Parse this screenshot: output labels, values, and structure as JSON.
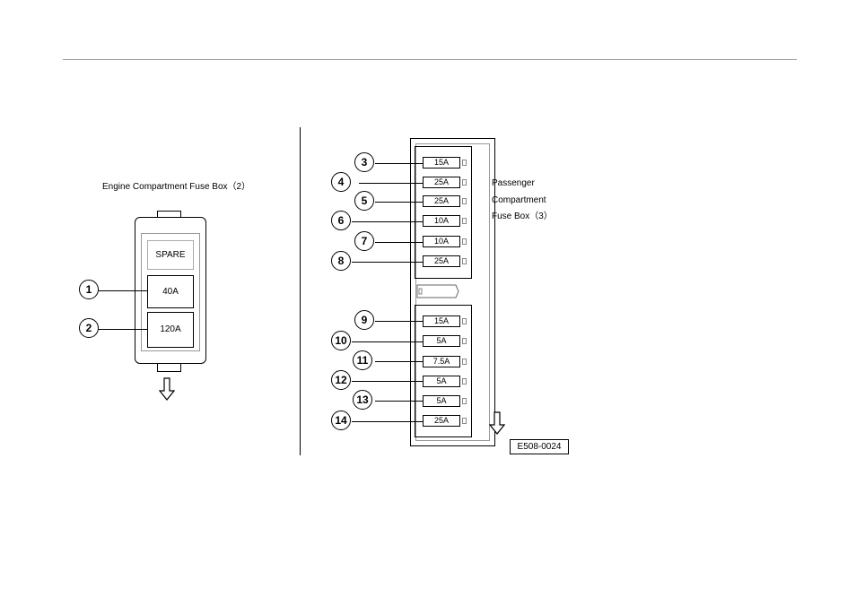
{
  "engine_box": {
    "title": "Engine Compartment Fuse Box（2）",
    "spare": "SPARE",
    "fuses": [
      {
        "callout": "1",
        "rating": "40A"
      },
      {
        "callout": "2",
        "rating": "120A"
      }
    ]
  },
  "passenger_box": {
    "label_lines": [
      "Passenger",
      "Compartment",
      "Fuse Box（3）"
    ],
    "fuses": [
      {
        "callout": "3",
        "rating": "15A"
      },
      {
        "callout": "4",
        "rating": "25A"
      },
      {
        "callout": "5",
        "rating": "25A"
      },
      {
        "callout": "6",
        "rating": "10A"
      },
      {
        "callout": "7",
        "rating": "10A"
      },
      {
        "callout": "8",
        "rating": "25A"
      },
      {
        "callout": "9",
        "rating": "15A"
      },
      {
        "callout": "10",
        "rating": "5A"
      },
      {
        "callout": "11",
        "rating": "7.5A"
      },
      {
        "callout": "12",
        "rating": "5A"
      },
      {
        "callout": "13",
        "rating": "5A"
      },
      {
        "callout": "14",
        "rating": "25A"
      }
    ]
  },
  "figure_code": "E508-0024",
  "icons": [
    "down-arrow-icon",
    "down-arrow-icon"
  ]
}
